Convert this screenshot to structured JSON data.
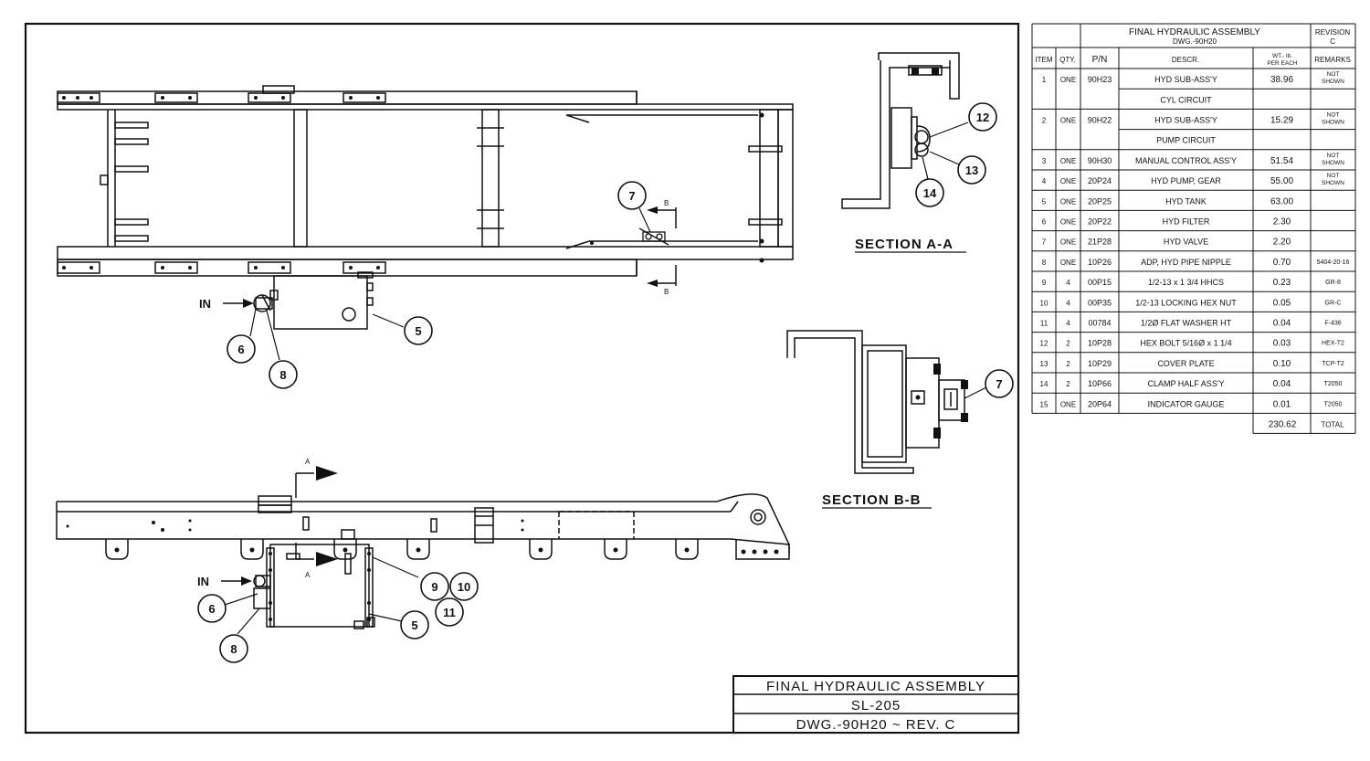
{
  "drawing": {
    "section_aa_label": "SECTION A-A",
    "section_bb_label": "SECTION B-B",
    "in_label_top": "IN",
    "in_label_bottom": "IN",
    "arrow_a_top": "A",
    "arrow_a_bottom": "A",
    "arrow_b_top": "B",
    "arrow_b_bottom": "B",
    "balloons": {
      "top_7": "7",
      "top_6": "6",
      "top_8": "8",
      "top_5": "5",
      "aa_12": "12",
      "aa_13": "13",
      "aa_14": "14",
      "bb_7": "7",
      "bot_6": "6",
      "bot_8": "8",
      "bot_9": "9",
      "bot_10": "10",
      "bot_11": "11",
      "bot_5": "5"
    }
  },
  "title_block": {
    "line1": "FINAL HYDRAULIC ASSEMBLY",
    "line2": "SL-205",
    "line3": "DWG.-90H20 ~ REV. C"
  },
  "bom": {
    "title": "FINAL HYDRAULIC ASSEMBLY",
    "subtitle": "DWG.-90H20",
    "revision_label": "REVISION",
    "revision_value": "C",
    "headers": {
      "item": "ITEM",
      "qty": "QTY.",
      "pn": "P/N",
      "descr": "DESCR.",
      "wt1": "WT.- lb.",
      "wt2": "PER EACH",
      "remarks": "REMARKS"
    },
    "rows": [
      {
        "item": "1",
        "qty": "ONE",
        "pn": "90H23",
        "descr": "HYD SUB-ASS'Y",
        "wt": "38.96",
        "r1": "NOT",
        "r2": "SHOWN"
      },
      {
        "item": "",
        "qty": "",
        "pn": "",
        "descr": "CYL CIRCUIT",
        "wt": "",
        "r1": "",
        "r2": ""
      },
      {
        "item": "2",
        "qty": "ONE",
        "pn": "90H22",
        "descr": "HYD SUB-ASS'Y",
        "wt": "15.29",
        "r1": "NOT",
        "r2": "SHOWN"
      },
      {
        "item": "",
        "qty": "",
        "pn": "",
        "descr": "PUMP CIRCUIT",
        "wt": "",
        "r1": "",
        "r2": ""
      },
      {
        "item": "3",
        "qty": "ONE",
        "pn": "90H30",
        "descr": "MANUAL CONTROL ASS'Y",
        "wt": "51.54",
        "r1": "NOT",
        "r2": "SHOWN"
      },
      {
        "item": "4",
        "qty": "ONE",
        "pn": "20P24",
        "descr": "HYD PUMP, GEAR",
        "wt": "55.00",
        "r1": "NOT",
        "r2": "SHOWN"
      },
      {
        "item": "5",
        "qty": "ONE",
        "pn": "20P25",
        "descr": "HYD TANK",
        "wt": "63.00",
        "r1": "",
        "r2": ""
      },
      {
        "item": "6",
        "qty": "ONE",
        "pn": "20P22",
        "descr": "HYD FILTER",
        "wt": "2.30",
        "r1": "",
        "r2": ""
      },
      {
        "item": "7",
        "qty": "ONE",
        "pn": "21P28",
        "descr": "HYD VALVE",
        "wt": "2.20",
        "r1": "",
        "r2": ""
      },
      {
        "item": "8",
        "qty": "ONE",
        "pn": "10P26",
        "descr": "ADP, HYD PIPE NIPPLE",
        "wt": "0.70",
        "r1": "5404-20-16",
        "r2": ""
      },
      {
        "item": "9",
        "qty": "4",
        "pn": "00P15",
        "descr": "1/2-13 x 1 3/4 HHCS",
        "wt": "0.23",
        "r1": "GR-8",
        "r2": ""
      },
      {
        "item": "10",
        "qty": "4",
        "pn": "00P35",
        "descr": "1/2-13 LOCKING HEX NUT",
        "wt": "0.05",
        "r1": "GR-C",
        "r2": ""
      },
      {
        "item": "11",
        "qty": "4",
        "pn": "00784",
        "descr": "1/2Ø FLAT WASHER HT",
        "wt": "0.04",
        "r1": "F-436",
        "r2": ""
      },
      {
        "item": "12",
        "qty": "2",
        "pn": "10P28",
        "descr": "HEX BOLT 5/16Ø x 1 1/4",
        "wt": "0.03",
        "r1": "HEX-T2",
        "r2": ""
      },
      {
        "item": "13",
        "qty": "2",
        "pn": "10P29",
        "descr": "COVER PLATE",
        "wt": "0.10",
        "r1": "TCP-T2",
        "r2": ""
      },
      {
        "item": "14",
        "qty": "2",
        "pn": "10P66",
        "descr": "CLAMP HALF ASS'Y",
        "wt": "0.04",
        "r1": "T2050",
        "r2": ""
      },
      {
        "item": "15",
        "qty": "ONE",
        "pn": "20P64",
        "descr": "INDICATOR GAUGE",
        "wt": "0.01",
        "r1": "T2050",
        "r2": ""
      }
    ],
    "total_value": "230.62",
    "total_label": "TOTAL"
  }
}
